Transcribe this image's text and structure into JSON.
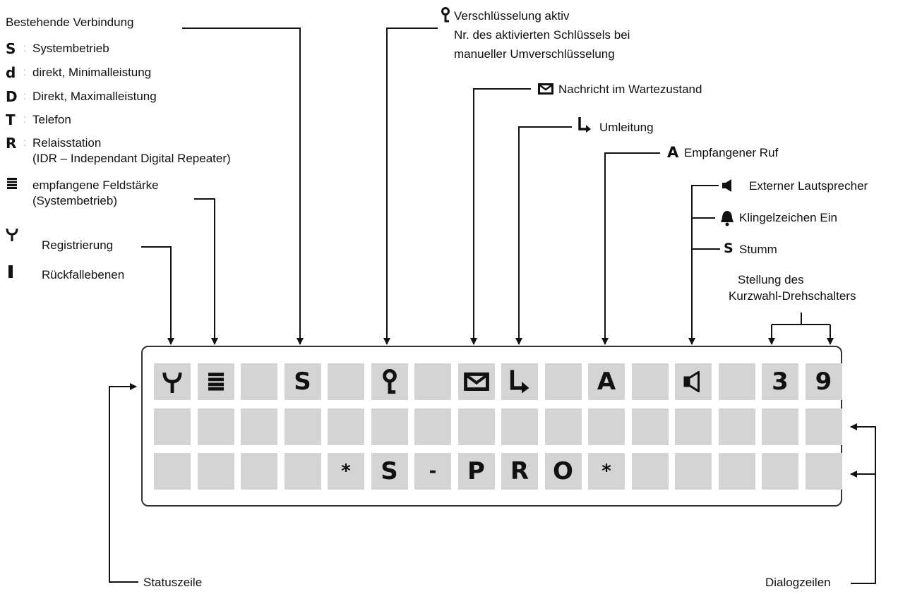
{
  "connection_label": "Bestehende Verbindung",
  "connection_modes": [
    {
      "symbol": "S",
      "text": "Systembetrieb"
    },
    {
      "symbol": "d",
      "text": "direkt, Minimalleistung"
    },
    {
      "symbol": "D",
      "text": "Direkt, Maximalleistung"
    },
    {
      "symbol": "T",
      "text": "Telefon"
    },
    {
      "symbol": "R",
      "text": "Relaisstation",
      "text2": "(IDR – Independant Digital Repeater)"
    }
  ],
  "field_strength": {
    "text": "empfangene Feldstärke",
    "text2": "(Systembetrieb)",
    "icon": "signal-bars-icon"
  },
  "registration": {
    "text": "Registrierung",
    "icon": "antenna-icon"
  },
  "fallback": {
    "text": "Rückfallebenen",
    "icon": "bar-icon"
  },
  "encryption": {
    "line1": "Verschlüsselung aktiv",
    "line2": "Nr. des aktivierten Schlüssels bei",
    "line3": "manueller Umverschlüsselung",
    "icon": "key-icon"
  },
  "message": {
    "text": "Nachricht im Wartezustand",
    "icon": "envelope-icon"
  },
  "forward": {
    "text": "Umleitung",
    "icon": "forward-arrow-icon"
  },
  "call": {
    "text": "Empfangener Ruf",
    "symbol": "A"
  },
  "external_speaker": {
    "text": "Externer Lautsprecher",
    "icon": "speaker-icon"
  },
  "ringer": {
    "text": "Klingelzeichen Ein",
    "icon": "bell-icon"
  },
  "mute": {
    "text": "Stumm",
    "symbol": "S"
  },
  "dial_switch": {
    "line1": "Stellung des",
    "line2": "Kurzwahl-Drehschalters"
  },
  "status_line_label": "Statuszeile",
  "dialog_lines_label": "Dialogzeilen",
  "display": {
    "row1": [
      "antenna-icon",
      "signal-bars-icon",
      "",
      "S",
      "",
      "key-icon",
      "",
      "envelope-icon",
      "forward-arrow-icon",
      "",
      "A",
      "",
      "speaker-icon",
      "",
      "3",
      "9"
    ],
    "row2": [
      "",
      "",
      "",
      "",
      "",
      "",
      "",
      "",
      "",
      "",
      "",
      "",
      "",
      "",
      "",
      ""
    ],
    "row3": [
      "",
      "",
      "",
      "",
      "*",
      "S",
      "-",
      "P",
      "R",
      "O",
      "*",
      "",
      "",
      "",
      "",
      ""
    ]
  }
}
